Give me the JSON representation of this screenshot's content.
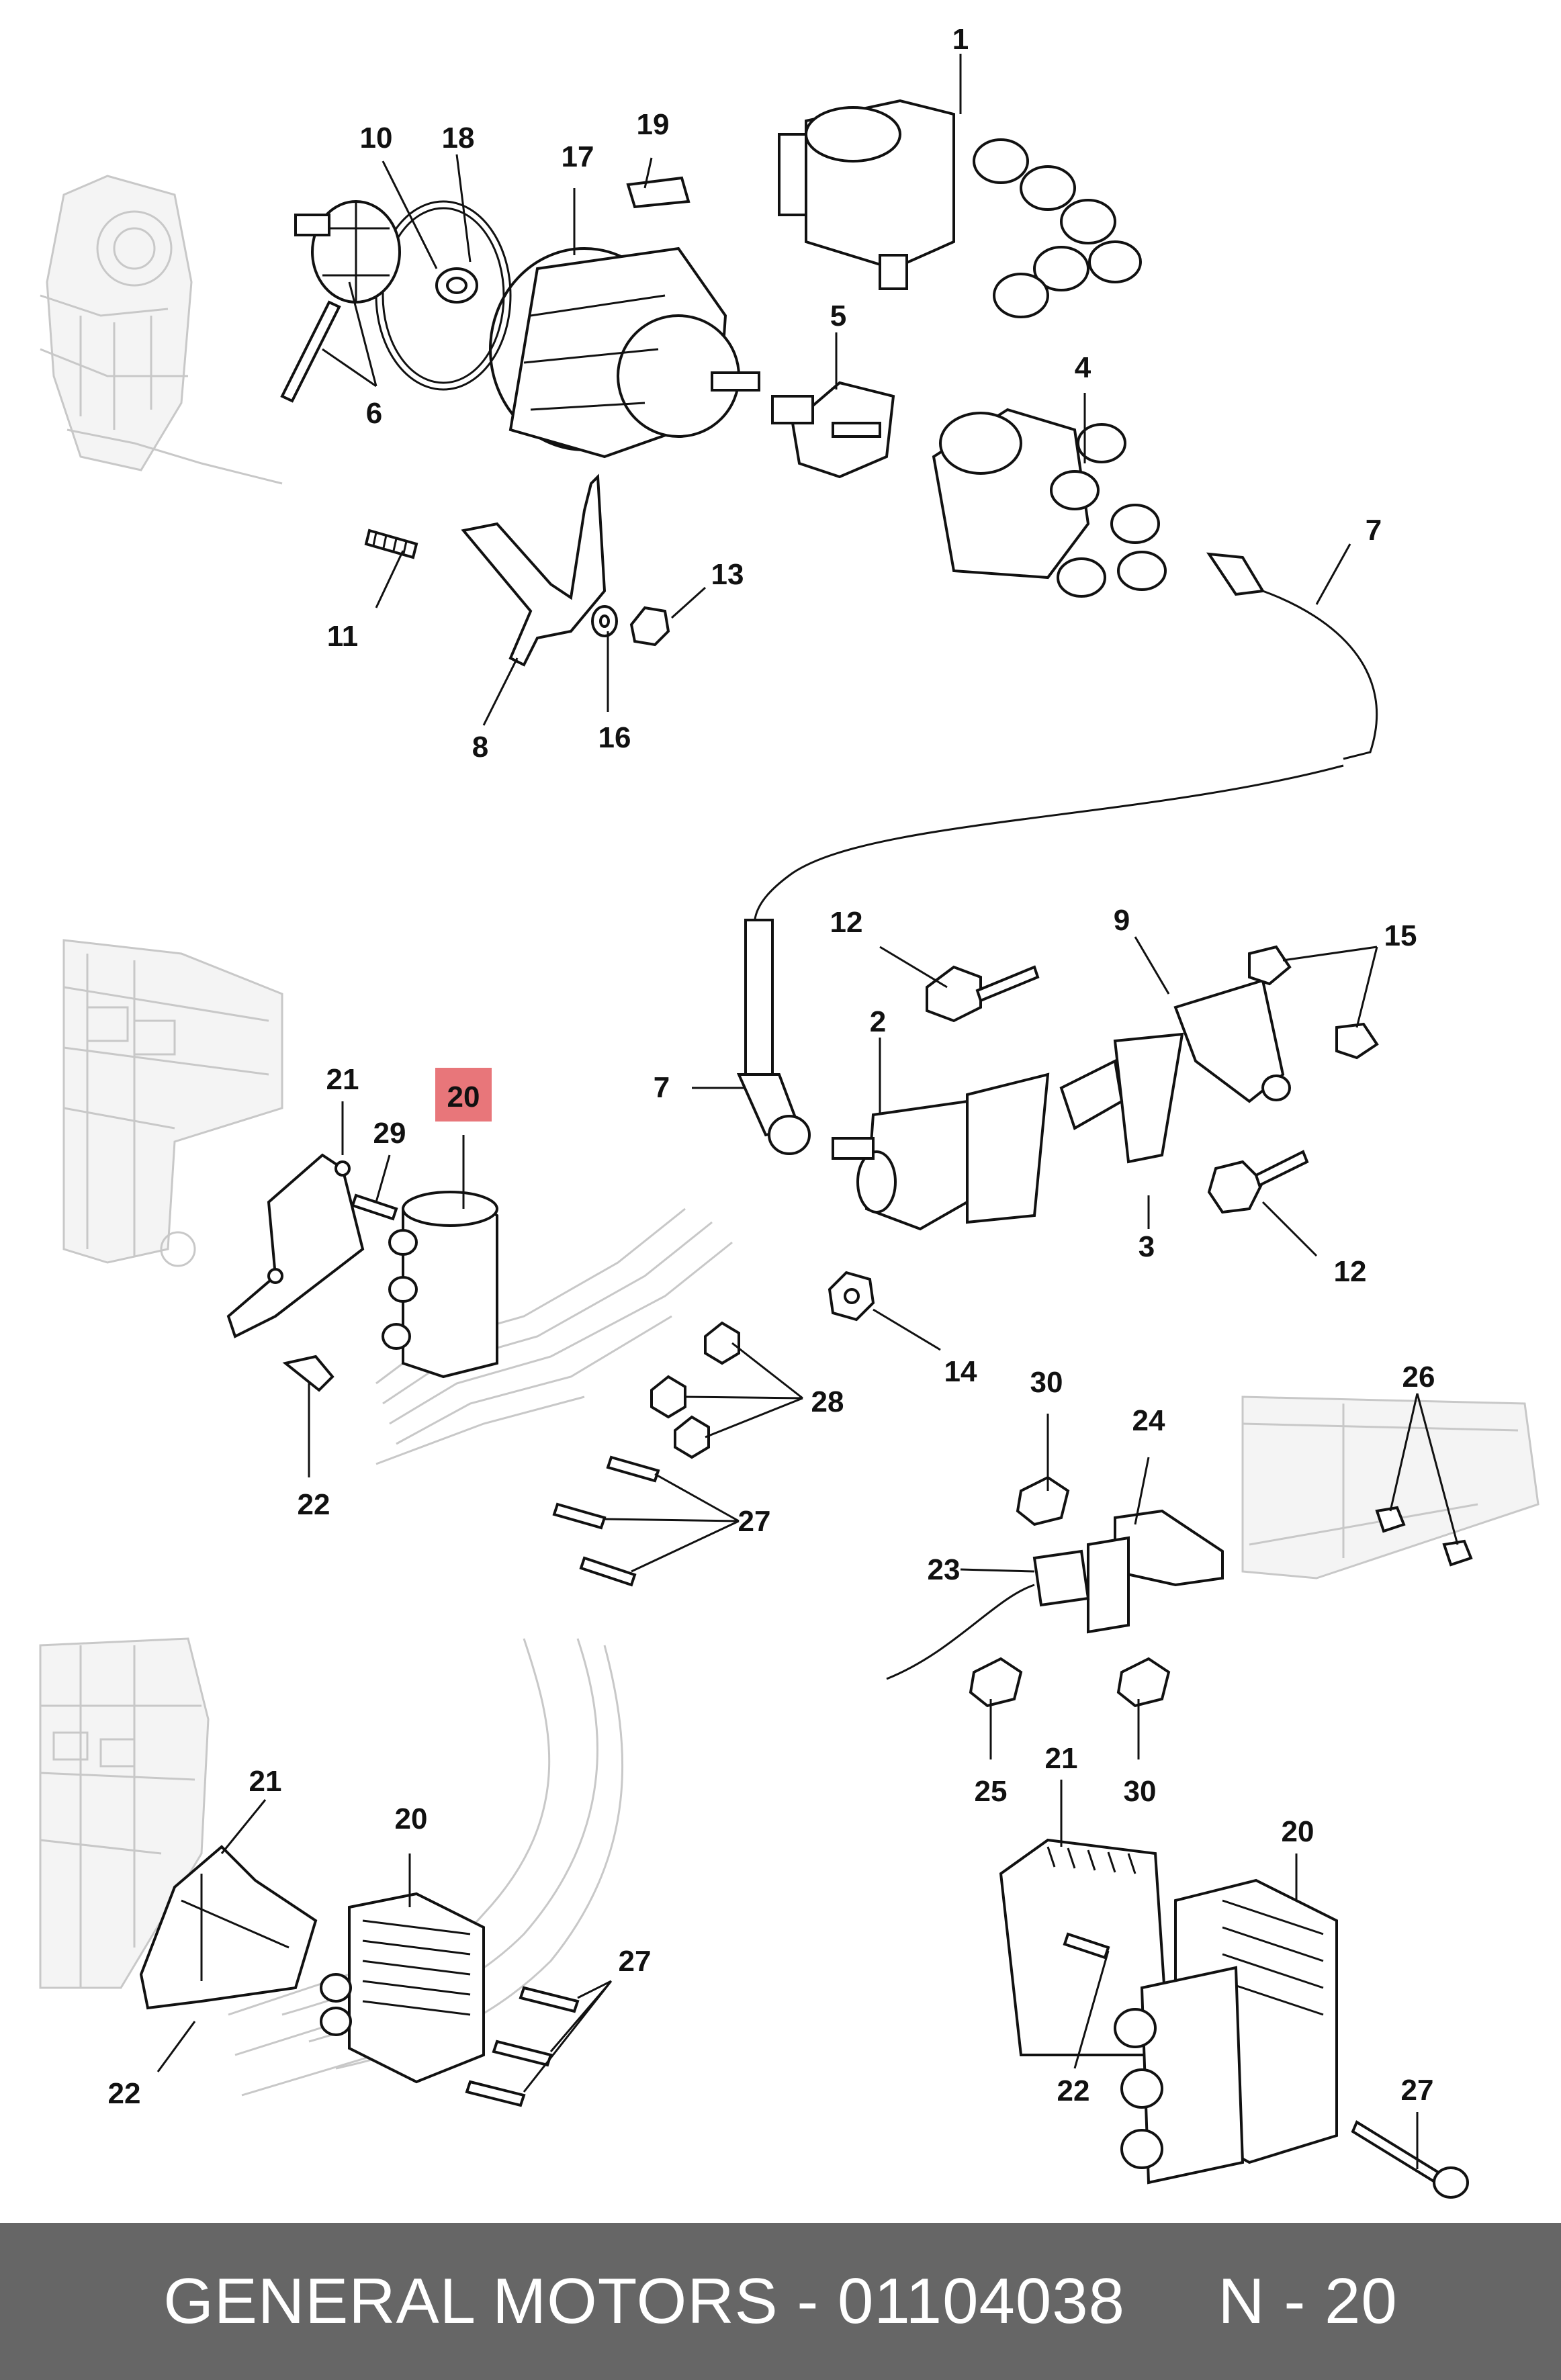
{
  "callouts": [
    "1",
    "2",
    "3",
    "4",
    "5",
    "6",
    "7",
    "7",
    "8",
    "9",
    "10",
    "11",
    "12",
    "12",
    "13",
    "14",
    "15",
    "16",
    "17",
    "18",
    "19",
    "20",
    "21",
    "22",
    "27",
    "28",
    "29",
    "21",
    "20",
    "22",
    "27",
    "30",
    "24",
    "26",
    "23",
    "25",
    "30",
    "21",
    "20",
    "22",
    "27"
  ],
  "highlighted_callout": "20",
  "highlight_color": "#e8767a",
  "footer": {
    "text": "GENERAL MOTORS - 01104038     N - 20",
    "background": "#666666",
    "text_color": "#ffffff"
  }
}
